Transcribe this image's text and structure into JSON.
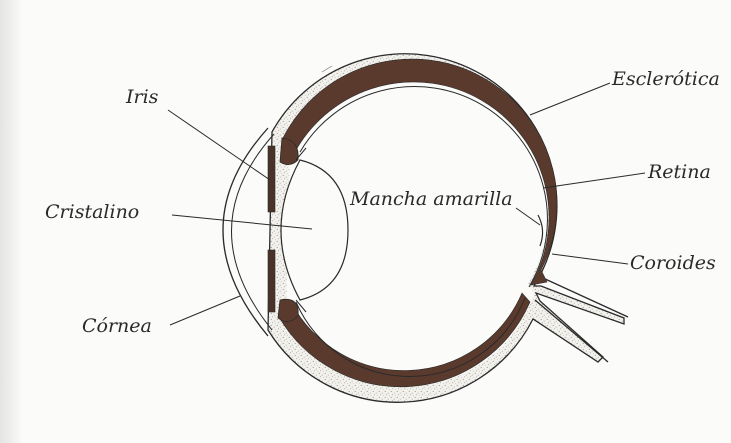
{
  "labels": {
    "iris": "Iris",
    "cristalino": "Cristalino",
    "cornea": "Córnea",
    "esclerotica": "Esclerótica",
    "retina": "Retina",
    "mancha_amarilla": "Mancha amarilla",
    "coroides": "Coroides"
  },
  "colors": {
    "ink": "#2a2a2a",
    "choroid": "#5b3a2e",
    "sclera_fill": "#f2f0ea",
    "stipple": "#8a8a8a"
  }
}
